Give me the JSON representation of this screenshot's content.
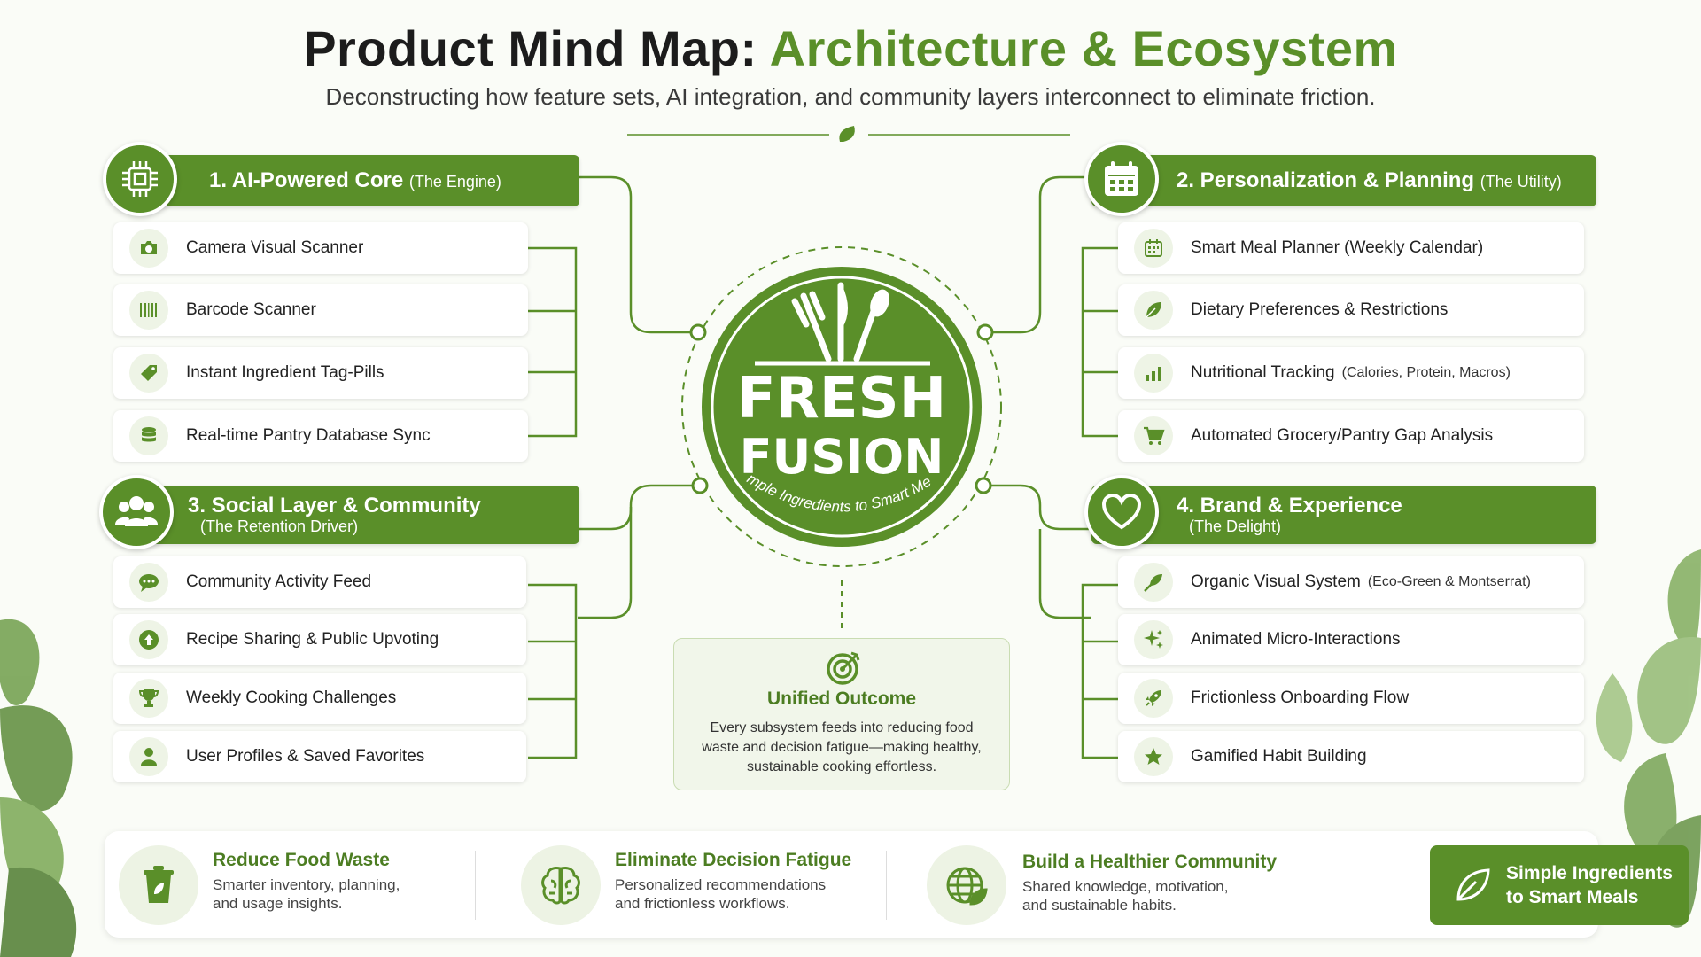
{
  "header": {
    "title_main": "Product Mind Map: ",
    "title_accent": "Architecture & Ecosystem",
    "subtitle": "Deconstructing how feature sets, AI integration, and community layers interconnect to eliminate friction."
  },
  "logo": {
    "line1": "FRESH",
    "line2": "FUSION",
    "tagline": "Simple Ingredients to Smart Meals"
  },
  "sections": {
    "s1": {
      "title": "1.  AI-Powered Core",
      "sub": "(The Engine)",
      "items": [
        "Camera Visual Scanner",
        "Barcode Scanner",
        "Instant Ingredient Tag-Pills",
        "Real-time Pantry Database Sync"
      ]
    },
    "s2": {
      "title": "2.  Personalization & Planning",
      "sub": "(The Utility)",
      "items": [
        "Smart Meal Planner (Weekly Calendar)",
        "Dietary Preferences & Restrictions",
        "Nutritional Tracking",
        "Automated Grocery/Pantry Gap Analysis"
      ],
      "item3_note": "(Calories, Protein, Macros)"
    },
    "s3": {
      "title": "3. Social Layer & Community",
      "sub": "(The Retention Driver)",
      "items": [
        "Community Activity Feed",
        "Recipe Sharing & Public Upvoting",
        "Weekly Cooking Challenges",
        "User Profiles & Saved Favorites"
      ]
    },
    "s4": {
      "title": "4. Brand & Experience",
      "sub": "(The Delight)",
      "items": [
        "Organic Visual System",
        "Animated Micro-Interactions",
        "Frictionless Onboarding Flow",
        "Gamified Habit Building"
      ],
      "item1_note": "(Eco-Green & Montserrat)"
    }
  },
  "outcome": {
    "title": "Unified Outcome",
    "text": "Every subsystem feeds into reducing food waste and decision fatigue—making healthy, sustainable cooking effortless."
  },
  "bottom": {
    "b1": {
      "title": "Reduce Food Waste",
      "text": "Smarter inventory, planning, and usage insights."
    },
    "b2": {
      "title": "Eliminate Decision Fatigue",
      "text": "Personalized recommendations and frictionless workflows."
    },
    "b3": {
      "title": "Build a Healthier Community",
      "text": "Shared knowledge, motivation, and sustainable habits."
    },
    "cta": "Simple Ingredients to Smart Meals"
  },
  "colors": {
    "brand_green": "#5a8f29",
    "light_green": "#eef4e6",
    "text_dark": "#1c1c1c"
  }
}
